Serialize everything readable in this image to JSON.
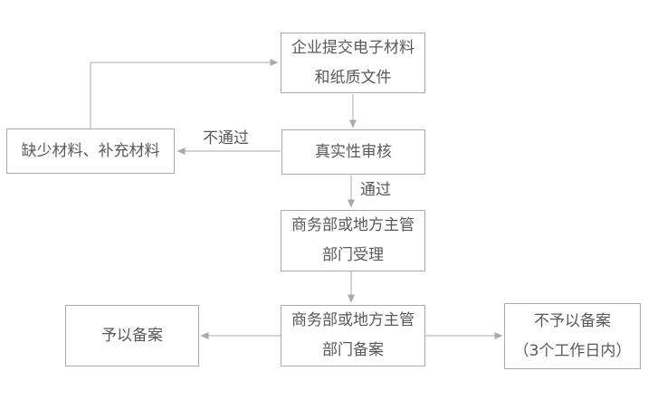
{
  "diagram": {
    "title": "foreign-trade-filing-process-flowchart",
    "colors": {
      "line": "#aaaaaa",
      "border": "#aaaaaa",
      "text": "#595959",
      "background": "#ffffff"
    },
    "nodes": {
      "submit": {
        "line1": "企业提交电子材料",
        "line2": "和纸质文件"
      },
      "review": {
        "line1": "真实性审核"
      },
      "missing": {
        "line1": "缺少材料、补充材料"
      },
      "accept": {
        "line1": "商务部或地方主管",
        "line2": "部门受理"
      },
      "file": {
        "line1": "商务部或地方主管",
        "line2": "部门备案"
      },
      "approved": {
        "line1": "予以备案"
      },
      "rejected": {
        "line1": "不予以备案",
        "line2": "（3个工作日内）"
      }
    },
    "edge_labels": {
      "fail": "不通过",
      "pass": "通过"
    }
  }
}
